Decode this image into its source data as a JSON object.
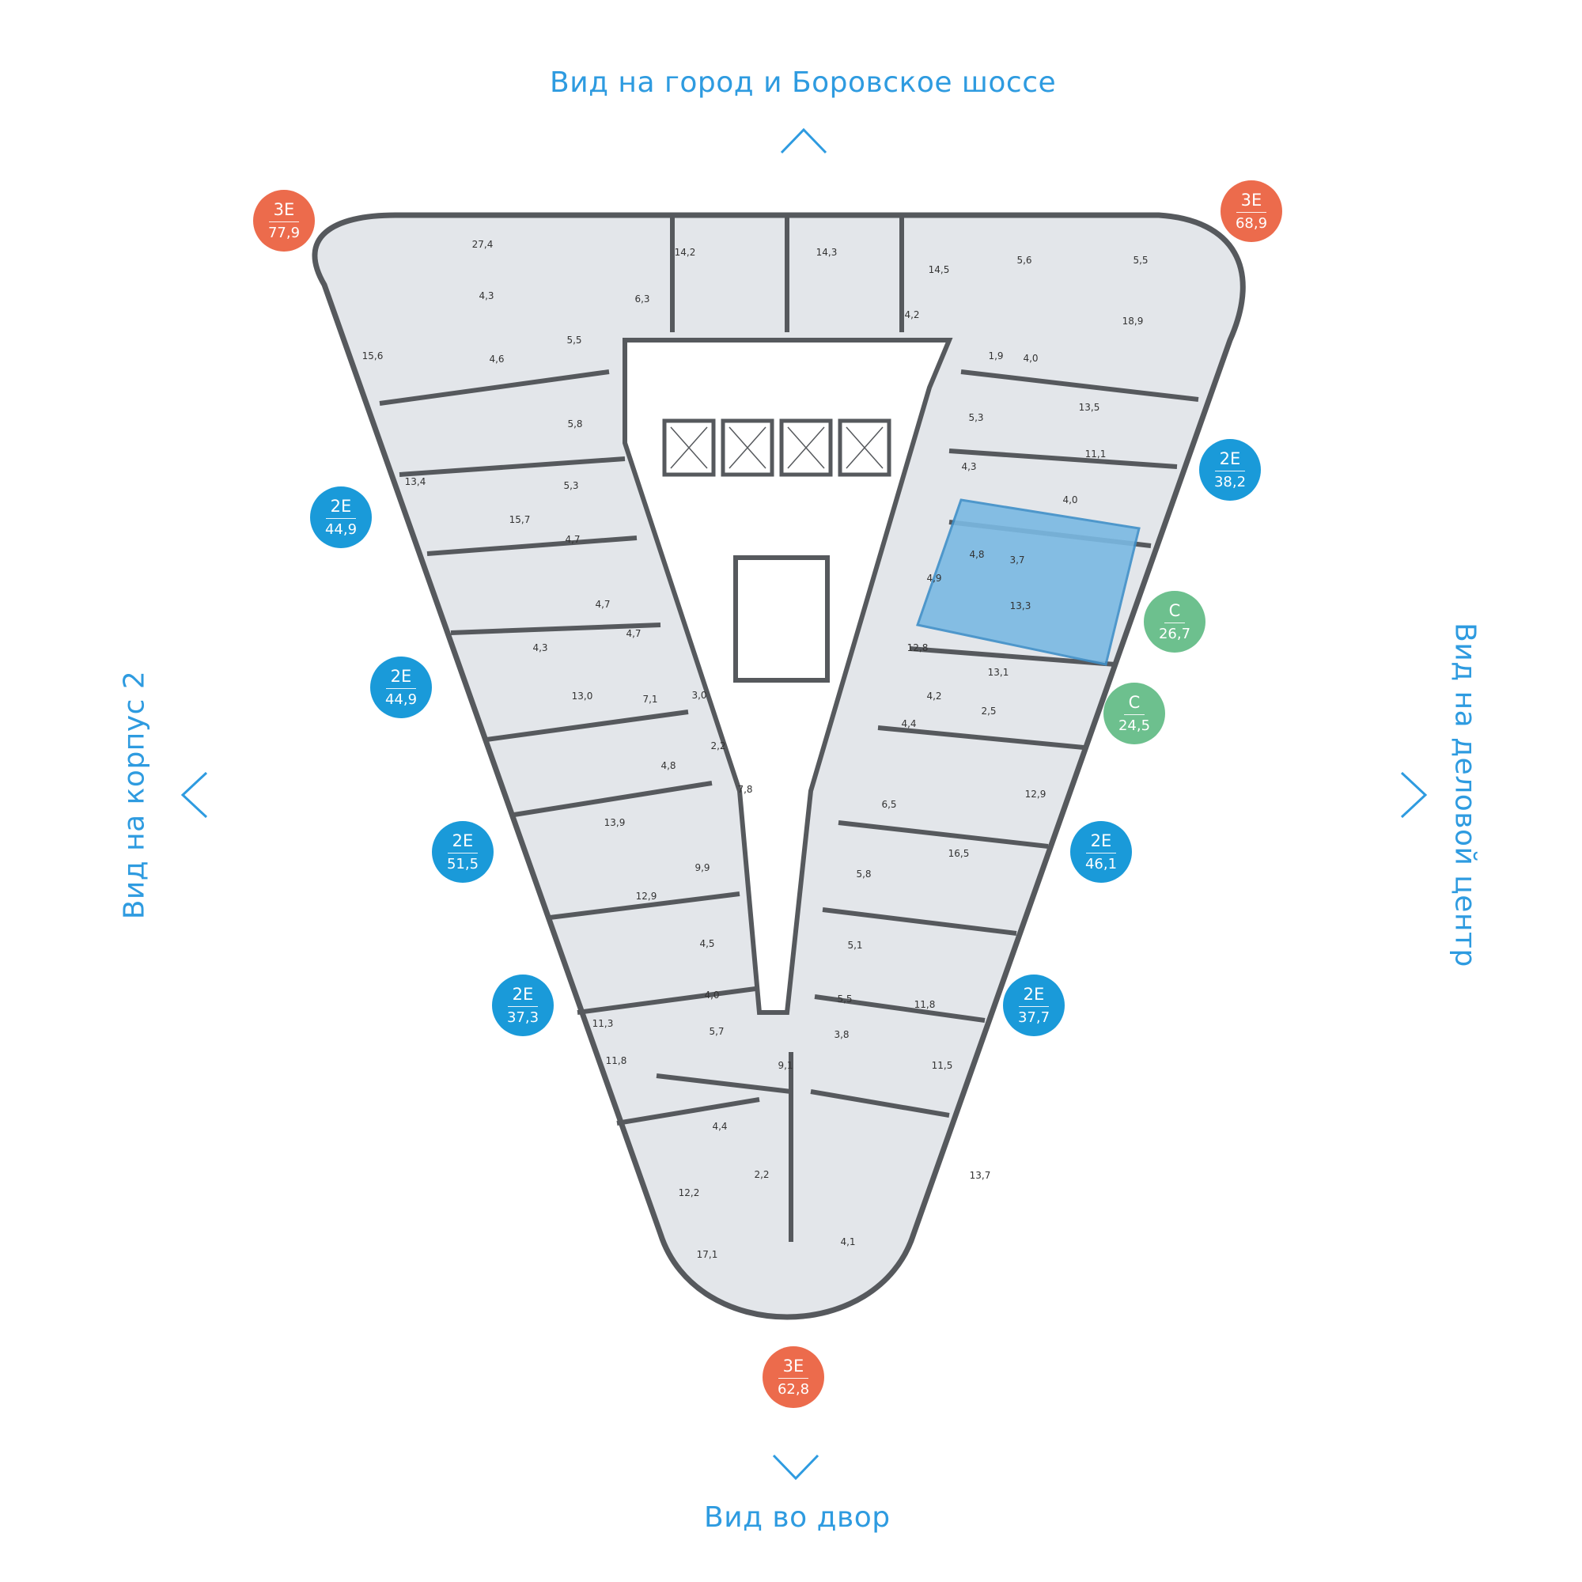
{
  "views": {
    "top": "Вид на город и Боровское шоссе",
    "left": "Вид на корпус 2",
    "right": "Вид на деловой центр",
    "bottom": "Вид во двор"
  },
  "colors": {
    "three_room": "#ec6b4c",
    "two_room": "#1a9ad9",
    "studio": "#6dc08e",
    "highlight": "#7ab9e3",
    "floor": "#e3e6ea",
    "wall": "#56595d",
    "label": "#2e9be0"
  },
  "apartments": [
    {
      "type": "3Е",
      "area": "77,9",
      "kind": "three_room"
    },
    {
      "type": "3Е",
      "area": "68,9",
      "kind": "three_room"
    },
    {
      "type": "2Е",
      "area": "38,2",
      "kind": "two_room"
    },
    {
      "type": "2Е",
      "area": "44,9",
      "kind": "two_room"
    },
    {
      "type": "С",
      "area": "26,7",
      "kind": "studio"
    },
    {
      "type": "2Е",
      "area": "44,9",
      "kind": "two_room"
    },
    {
      "type": "С",
      "area": "24,5",
      "kind": "studio"
    },
    {
      "type": "2Е",
      "area": "51,5",
      "kind": "two_room"
    },
    {
      "type": "2Е",
      "area": "46,1",
      "kind": "two_room"
    },
    {
      "type": "2Е",
      "area": "37,3",
      "kind": "two_room"
    },
    {
      "type": "2Е",
      "area": "37,7",
      "kind": "two_room"
    },
    {
      "type": "3Е",
      "area": "62,8",
      "kind": "three_room"
    }
  ],
  "room_areas": [
    "27,4",
    "14,2",
    "14,3",
    "14,5",
    "5,6",
    "5,5",
    "4,3",
    "6,3",
    "4,2",
    "18,9",
    "5,5",
    "4,6",
    "15,6",
    "1,9",
    "4,0",
    "5,8",
    "13,5",
    "5,3",
    "13,4",
    "11,1",
    "5,3",
    "4,3",
    "15,7",
    "4,0",
    "4,7",
    "4,8",
    "3,7",
    "4,9",
    "13,3",
    "4,7",
    "12,8",
    "4,3",
    "4,7",
    "13,1",
    "13,0",
    "7,1",
    "3,0",
    "4,2",
    "2,5",
    "2,2",
    "4,4",
    "4,8",
    "7,8",
    "12,9",
    "6,5",
    "13,9",
    "16,5",
    "9,9",
    "5,8",
    "12,9",
    "5,1",
    "4,5",
    "11,8",
    "11,3",
    "4,0",
    "5,5",
    "5,7",
    "3,8",
    "9,1",
    "11,8",
    "11,5",
    "4,4",
    "2,2",
    "13,7",
    "12,2",
    "4,1",
    "17,1"
  ]
}
